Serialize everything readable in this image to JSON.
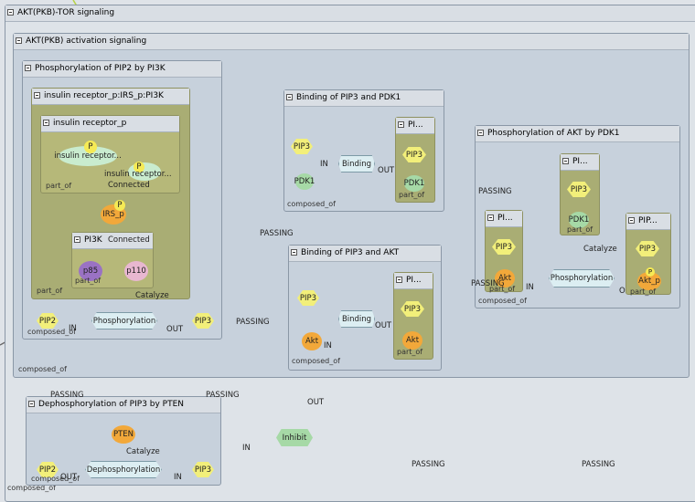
{
  "colors": {
    "passing_edge": "#b8d44a",
    "gray_edge": "#666666",
    "catalyze_edge": "#2f7a78",
    "part_edge": "#76c3cc"
  },
  "outer": {
    "title": "AKT(PKB)-TOR signaling",
    "footer": "composed_of"
  },
  "activation": {
    "title": "AKT(PKB) activation signaling",
    "footer": "composed_of"
  },
  "pip2_box": {
    "title": "Phosphorylation of PIP2 by PI3K",
    "footer": "composed_of"
  },
  "complex": {
    "title": "insulin receptor_p:IRS_p:PI3K",
    "footer": "part_of"
  },
  "receptor": {
    "title": "insulin receptor_p",
    "footer": "part_of",
    "node1": "insulin receptor...",
    "node2": "insulin receptor...",
    "connected": "Connected",
    "p": "P"
  },
  "irs": {
    "label": "IRS_p",
    "p": "P"
  },
  "pi3k": {
    "title": "PI3K",
    "connected": "Connected",
    "p85": "p85",
    "p110": "p110",
    "part_of": "part_of"
  },
  "pip2_reaction": {
    "pip2": "PIP2",
    "pip3": "PIP3",
    "process": "Phosphorylation",
    "in": "IN",
    "out": "OUT",
    "catalyze": "Catalyze"
  },
  "pdk1_binding": {
    "title": "Binding of PIP3 and PDK1",
    "footer": "composed_of",
    "pip3": "PIP3",
    "pdk1": "PDK1",
    "process": "Binding",
    "in": "IN",
    "out": "OUT",
    "complex_title": "PI...",
    "complex_pip3": "PIP3",
    "complex_pdk1": "PDK1",
    "complex_footer": "part_of"
  },
  "akt_binding": {
    "title": "Binding of PIP3 and AKT",
    "footer": "composed_of",
    "pip3": "PIP3",
    "akt": "Akt",
    "process": "Binding",
    "in": "IN",
    "out": "OUT",
    "complex_title": "PI...",
    "complex_pip3": "PIP3",
    "complex_akt": "Akt",
    "complex_footer": "part_of"
  },
  "akt_phos": {
    "title": "Phosphorylation of AKT by PDK1",
    "footer": "composed_of",
    "left_title": "PI...",
    "left_pip3": "PIP3",
    "left_akt": "Akt",
    "left_part": "part_of",
    "mid_title": "PI...",
    "mid_pip3": "PIP3",
    "mid_pdk1": "PDK1",
    "mid_part": "part_of",
    "right_title": "PIP...",
    "right_pip3": "PIP3",
    "right_akt": "Akt_p",
    "right_part": "part_of",
    "p": "P",
    "process": "Phosphorylation",
    "catalyze": "Catalyze",
    "in": "IN",
    "out": "OUT",
    "passing": "PASSING"
  },
  "pten": {
    "title": "Dephosphorylation of PIP3 by PTEN",
    "footer": "composed_of",
    "pten": "PTEN",
    "process": "Dephosphorylation",
    "catalyze": "Catalyze",
    "pip2": "PIP2",
    "pip3": "PIP3",
    "in": "IN",
    "out": "OUT"
  },
  "inhibit": {
    "label": "Inhibit",
    "in": "IN",
    "out": "OUT"
  },
  "edges": {
    "passing": "PASSING"
  }
}
